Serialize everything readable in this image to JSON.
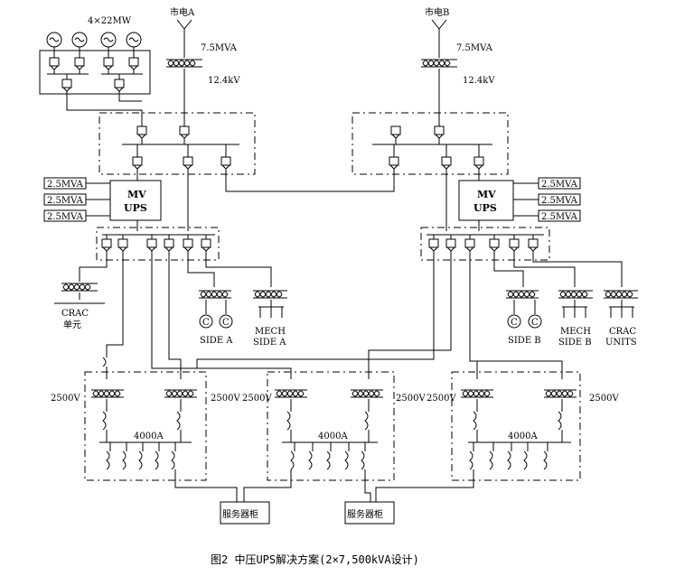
{
  "labels": {
    "gen_rating": "4×22MW",
    "grid_a": "市电A",
    "grid_b": "市电B",
    "mva_a": "7.5MVA",
    "mva_b": "7.5MVA",
    "kv_a": "12.4kV",
    "kv_b": "12.4kV",
    "flywheel_mva": "2.5MVA",
    "mv_ups_line1": "MV",
    "mv_ups_line2": "UPS",
    "crac_a_line1": "CRAC",
    "crac_a_line2": "单元",
    "side_a": "SIDE A",
    "mech_side_a_line1": "MECH",
    "mech_side_a_line2": "SIDE A",
    "side_b": "SIDE B",
    "mech_side_b_line1": "MECH",
    "mech_side_b_line2": "SIDE B",
    "crac_units_line1": "CRAC",
    "crac_units_line2": "UNITS",
    "voltage_2500": "2500V",
    "amp_4000": "4000A",
    "c_symbol": "C",
    "server_cabinet": "服务器柜",
    "caption": "图2   中压UPS解决方案(2×7,500kVA设计)"
  }
}
